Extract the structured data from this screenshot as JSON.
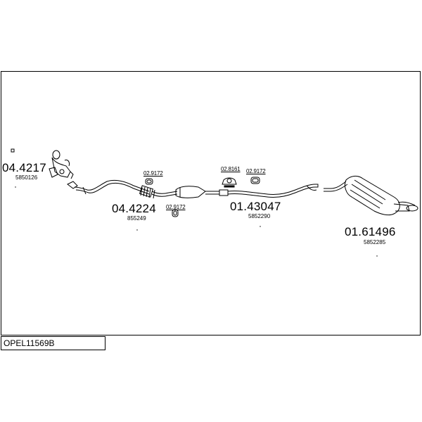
{
  "diagram": {
    "code": "OPEL11569B",
    "parts": [
      {
        "part_number": "04.4217",
        "oem_number": "5850126"
      },
      {
        "part_number": "04.4224",
        "oem_number": "855249"
      },
      {
        "part_number": "01.43047",
        "oem_number": "5852290"
      },
      {
        "part_number": "01.61496",
        "oem_number": "5852285"
      }
    ],
    "fittings": [
      {
        "part_number": "02.9172"
      },
      {
        "part_number": "02.9172"
      },
      {
        "part_number": "02.8161"
      },
      {
        "part_number": "02.9172"
      }
    ]
  }
}
